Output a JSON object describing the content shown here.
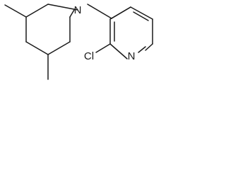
{
  "molecule": {
    "atoms": {
      "piperidine_nitrogen": "N",
      "chlorine": "Cl",
      "pyridine_nitrogen": "N"
    }
  }
}
